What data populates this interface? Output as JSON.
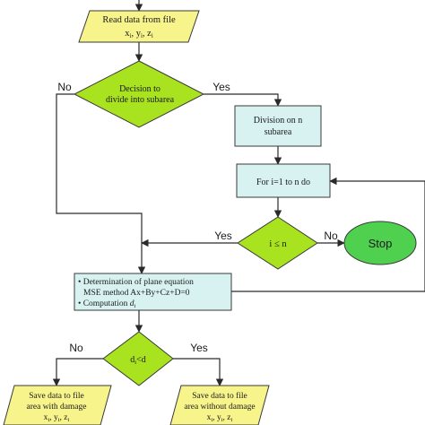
{
  "flowchart": {
    "read": {
      "line1": "Read data from file",
      "line2": "x",
      "line2_subs": [
        "i",
        "i",
        "i"
      ],
      "line2_vars": [
        "x",
        "y",
        "z"
      ]
    },
    "decision_divide": {
      "line1": "Decision to",
      "line2": "divide into subarea",
      "no": "No",
      "yes": "Yes"
    },
    "division": {
      "line1": "Division on n",
      "line2": "subarea"
    },
    "loop": {
      "text": "For i=1 to n do"
    },
    "decision_i": {
      "text": "i ≤ n",
      "yes": "Yes",
      "no": "No"
    },
    "stop": {
      "text": "Stop"
    },
    "plane": {
      "bullet1_line1": "Determination of plane equation",
      "bullet1_line2": "MSE method   Ax+By+Cz+D=0",
      "bullet2": "Computation",
      "bullet2_var": "d",
      "bullet2_sub": "i"
    },
    "decision_d": {
      "left": "d",
      "left_sub": "i",
      "op": "<d",
      "no": "No",
      "yes": "Yes"
    },
    "save_damage": {
      "line1": "Save data to file",
      "line2": "area with damage",
      "vars": [
        "x",
        "y",
        "z"
      ],
      "sub": "i"
    },
    "save_nodamage": {
      "line1": "Save data to file",
      "line2": "area without damage",
      "vars": [
        "x",
        "y",
        "z"
      ],
      "sub": "i"
    }
  },
  "colors": {
    "io_fill": "#f7f48b",
    "decision_fill": "#a9e21f",
    "process_fill": "#d8f2f2",
    "stop_fill": "#4fd14f",
    "stroke": "#3a3a3a"
  }
}
